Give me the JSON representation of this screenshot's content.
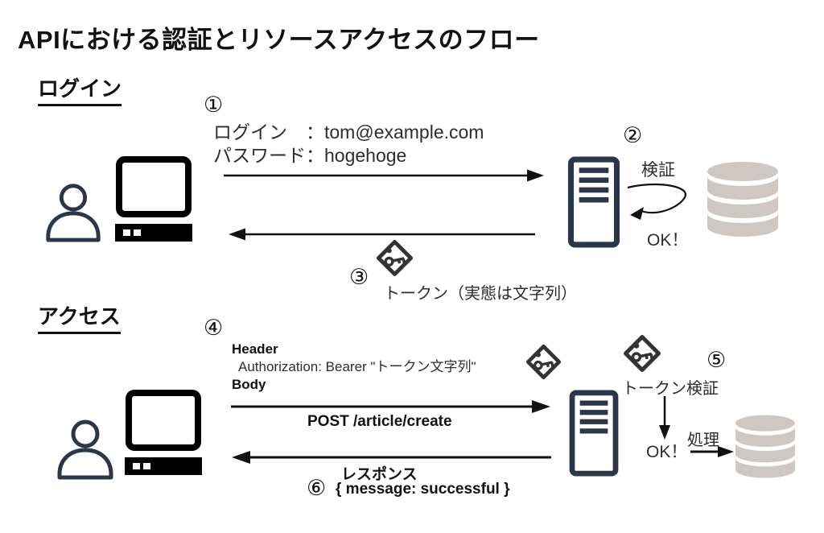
{
  "title": "APIにおける認証とリソースアクセスのフロー",
  "login": {
    "heading": "ログイン",
    "step1_marker": "①",
    "credential_line1": "ログイン　：tom@example.com",
    "credential_line2": "パスワード：hogehoge",
    "step2_marker": "②",
    "verify_label": "検証",
    "ok_label": "OK！",
    "step3_marker": "③",
    "token_label": "トークン（実態は文字列）"
  },
  "access": {
    "heading": "アクセス",
    "step4_marker": "④",
    "header_label": "Header",
    "authorization_line": "Authorization: Bearer \"トークン文字列\"",
    "body_label": "Body",
    "request_line": "POST /article/create",
    "step5_marker": "⑤",
    "token_verify_label": "トークン検証",
    "ok_label": "OK！",
    "process_label": "処理",
    "step6_marker": "⑥",
    "response_label": "レスポンス",
    "response_body": "{ message: successful }"
  },
  "colors": {
    "text": "#1f1f1f",
    "icon_navy": "#2b3648",
    "computer_black": "#000000",
    "database_gray": "#cfc7c3",
    "key_tag_gray": "#333333"
  }
}
